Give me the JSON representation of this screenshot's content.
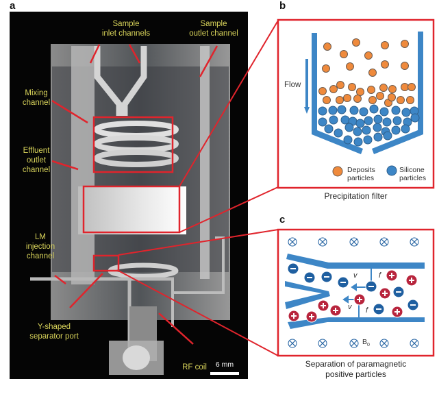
{
  "panels": {
    "a": {
      "label": "a",
      "annotations": {
        "sample_inlet": "Sample\ninlet channels",
        "sample_outlet": "Sample\noutlet channel",
        "mixing": "Mixing\nchannel",
        "effluent": "Effluent\noutlet\nchannel",
        "lm_injection": "LM\ninjection\nchannel",
        "y_port": "Y-shaped\nseparator port",
        "rf_coil": "RF coil"
      },
      "scale_bar": "6 mm"
    },
    "b": {
      "label": "b",
      "flow_label": "Flow",
      "legend": [
        {
          "label": "Deposits\nparticles",
          "color": "#ef8a3c"
        },
        {
          "label": "Silicone\nparticles",
          "color": "#3d86c6"
        }
      ],
      "caption": "Precipitation filter"
    },
    "c": {
      "label": "c",
      "velocity_label": "v",
      "force_label": "f",
      "field_label": "B",
      "field_subscript": "0",
      "caption": "Separation of paramagnetic\npositive particles"
    }
  },
  "colors": {
    "highlight_red": "#e0242c",
    "channel_blue": "#3d86c6",
    "deposit_orange": "#ef8a3c",
    "negative_blue": "#1f5fa0",
    "positive_red": "#b8253d",
    "annotation_yellow": "#d8d35a"
  }
}
